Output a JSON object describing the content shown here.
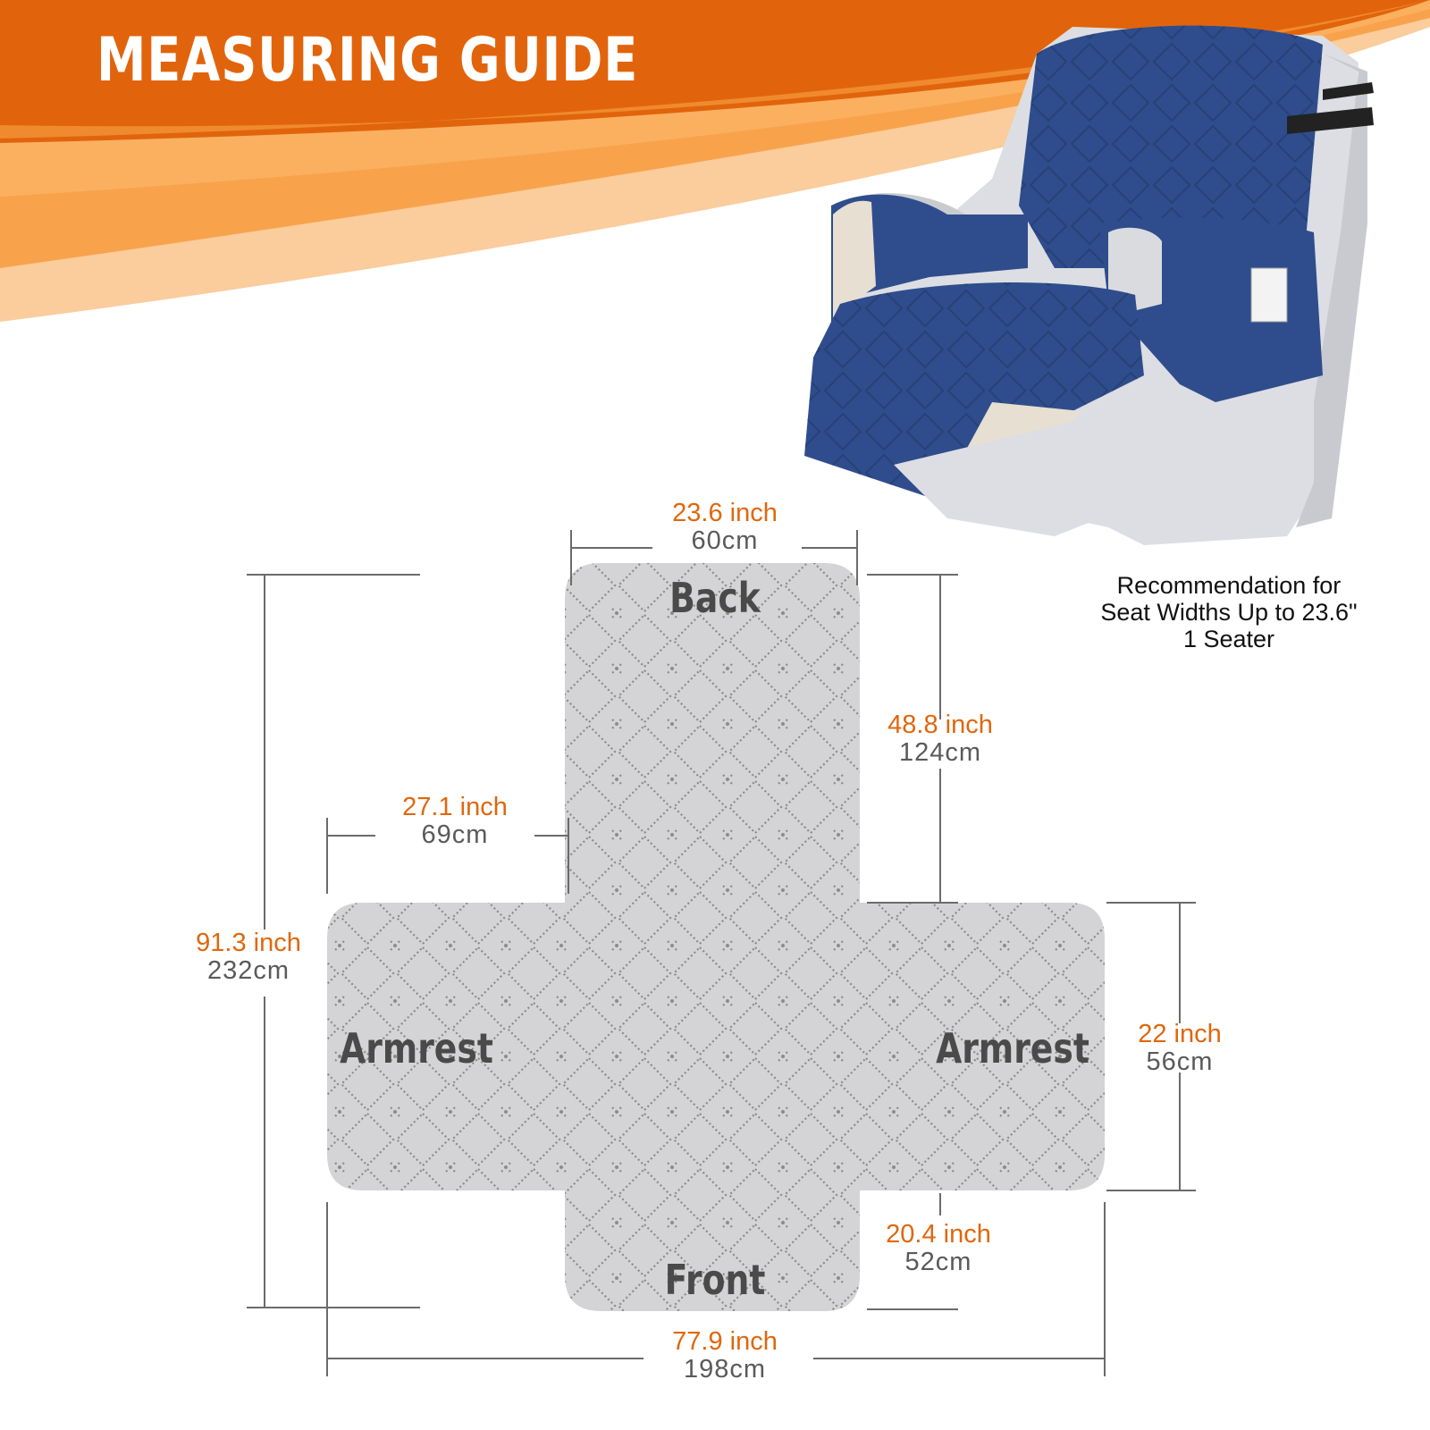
{
  "header": {
    "title": "MEASURING GUIDE"
  },
  "colors": {
    "banner_dark": "#e1640c",
    "banner_light": "#f7a24a",
    "inch_text": "#e0670d",
    "cm_text": "#5a5a5a",
    "cover_fill": "#d4d4d6",
    "cover_stitch": "#8a8a8a",
    "chair_cover": "#2f4d8c",
    "chair_body": "#dcdee3"
  },
  "cover_parts": {
    "back": "Back",
    "front": "Front",
    "armrest_left": "Armrest",
    "armrest_right": "Armrest"
  },
  "dimensions": {
    "back_width": {
      "inch": "23.6 inch",
      "cm": "60cm"
    },
    "back_length": {
      "inch": "48.8 inch",
      "cm": "124cm"
    },
    "armrest_width": {
      "inch": "27.1 inch",
      "cm": "69cm"
    },
    "total_length": {
      "inch": "91.3 inch",
      "cm": "232cm"
    },
    "armrest_length": {
      "inch": "22 inch",
      "cm": "56cm"
    },
    "front_length": {
      "inch": "20.4 inch",
      "cm": "52cm"
    },
    "total_width": {
      "inch": "77.9 inch",
      "cm": "198cm"
    }
  },
  "recommendation": {
    "line1": "Recommendation for",
    "line2": "Seat Widths Up to 23.6\"",
    "line3": "1 Seater"
  }
}
